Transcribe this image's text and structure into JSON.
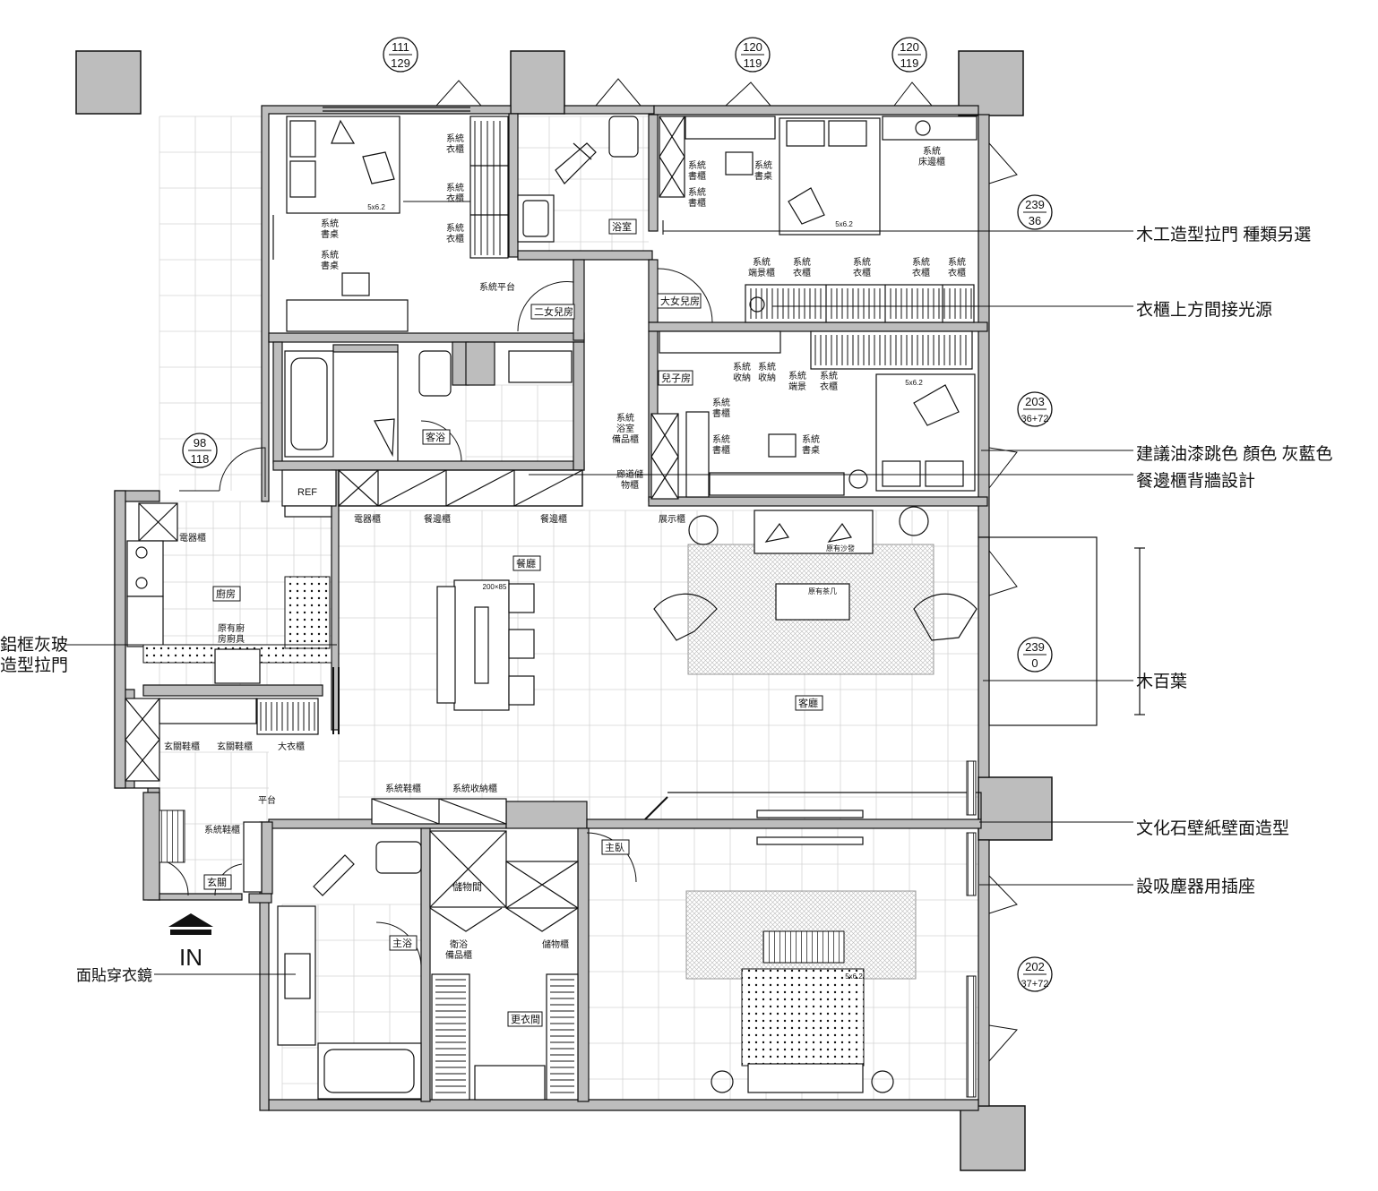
{
  "window_heights": [
    {
      "top": "111",
      "bottom": "129"
    },
    {
      "top": "120",
      "bottom": "119"
    },
    {
      "top": "120",
      "bottom": "119"
    },
    {
      "top": "239",
      "bottom": "36"
    },
    {
      "top": "203",
      "bottom": "36+72"
    },
    {
      "top": "239",
      "bottom": "0"
    },
    {
      "top": "202",
      "bottom": "37+72"
    },
    {
      "top": "98",
      "bottom": "118"
    }
  ],
  "rooms": {
    "daughter2": "二女兒房",
    "daughter1": "大女兒房",
    "bathroom_top": "浴室",
    "son": "兒子房",
    "guest_bath": "客浴",
    "kitchen": "廚房",
    "dining": "餐廳",
    "living": "客廳",
    "master": "主臥",
    "master_bath": "主浴",
    "foyer": "玄關",
    "storage": "儲物間",
    "walk_in": "更衣間"
  },
  "furniture": {
    "sys_wardrobe": "系統\n衣櫃",
    "sys_desk": "系統\n書桌",
    "sys_bookcase": "系統\n書櫃",
    "sys_bedside": "系統\n床邊櫃",
    "sys_platform": "系統平台",
    "sys_display": "系統\n端景櫃",
    "sys_storage": "系統\n收納",
    "sys_display2": "系統\n端景",
    "sys_bath_supply": "系統\n浴室\n備品櫃",
    "corridor_storage": "廊道儲\n物櫃",
    "ref": "REF",
    "appliance": "電器櫃",
    "sideboard": "餐邊櫃",
    "display_cabinet": "展示櫃",
    "existing_kitchen": "原有廚\n房廚具",
    "dining_table": "200×85",
    "existing_sofa": "原有沙發",
    "existing_coffee": "原有茶几",
    "shoe_cabinet": "玄關鞋櫃",
    "big_wardrobe": "大衣櫃",
    "sys_shoe": "系統鞋櫃",
    "sys_storage_cab": "系統收納櫃",
    "platform": "平台",
    "bath_supply": "衛浴\n備品櫃",
    "storage_cab": "儲物櫃",
    "bed_size": "5x6.2",
    "entry": "IN"
  },
  "annotations": {
    "sliding_door": "木工造型拉門 種類另選",
    "wardrobe_light": "衣櫃上方間接光源",
    "paint_color": "建議油漆跳色 顏色 灰藍色",
    "sideboard_wall": "餐邊櫃背牆設計",
    "blinds": "木百葉",
    "stone_wallpaper": "文化石壁紙壁面造型",
    "vacuum_outlet": "設吸塵器用插座",
    "kitchen_door_1": "鋁框灰玻",
    "kitchen_door_2": "造型拉門",
    "mirror": "面貼穿衣鏡"
  }
}
